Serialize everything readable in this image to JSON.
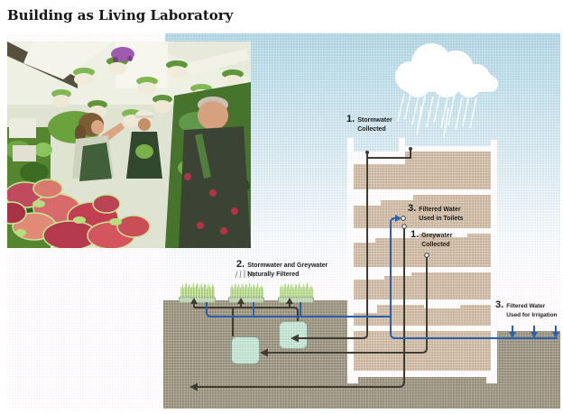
{
  "slide": {
    "title": "Building as Living Laboratory"
  },
  "photo": {
    "name": "greenhouse-interior-photo"
  },
  "diagram": {
    "labels": {
      "stormwater": {
        "num": "1.",
        "line1": "Stormwater",
        "line2": "Collected"
      },
      "toilets": {
        "num": "3.",
        "line1": "Filtered Water",
        "line2": "Used in Toilets"
      },
      "greywater": {
        "num": "1.",
        "line1": "Greywater",
        "line2": "Collected"
      },
      "filtered": {
        "num": "2.",
        "line1": "Stormwater and Greywater",
        "line2": "Naturally Filtered"
      },
      "irrigation": {
        "num": "3.",
        "line1": "Filtered Water",
        "line2": "Used for Irrigation"
      }
    },
    "colors": {
      "sky": "#a9d4e2",
      "ground": "#8f8970",
      "building_interior": "#c9b49a",
      "tank": "#bce3cd",
      "pipe_dark": "#3f3d33",
      "pipe_blue": "#2b62b0",
      "grass": "#8bbf55",
      "cloud": "#ffffff"
    }
  }
}
